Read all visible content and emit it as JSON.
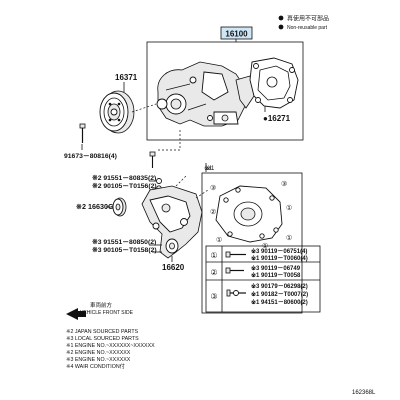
{
  "legend": {
    "not_reusable_jp": "再使用不可部品",
    "not_reusable_en": "Non-reusable part"
  },
  "parts": {
    "p16100": "16100",
    "p16371": "16371",
    "p16271": "●16271",
    "bolt_91673": "91673－80816(4)",
    "b1_91551": "※2 91551－80835(2)",
    "b1_90105": "※2 90105－T0156(2)",
    "p16630g": "※2 16630G",
    "b2_91551": "※3 91551－80850(2)",
    "b2_90105": "※3 90105－T0158(2)",
    "p16620": "16620",
    "ref1_top": "※1",
    "ref1_inset": "※1"
  },
  "table": {
    "rows": [
      {
        "num": "①",
        "codes": [
          "※3 90119－06751(4)",
          "※1 90119－T0060(4)"
        ]
      },
      {
        "num": "②",
        "codes": [
          "※3 90119－06749",
          "※1 90119－T0058"
        ]
      },
      {
        "num": "③",
        "codes": [
          "※3 90179－06298(2)",
          "※1 90182－T0007(2)",
          "※1 94151－80600(2)"
        ]
      }
    ]
  },
  "inset_marks": {
    "m1": "③",
    "m2": "③",
    "m3": "②",
    "m4": "①",
    "m5": "①",
    "m6": "①",
    "m7": "①"
  },
  "front": {
    "jp": "車両前方",
    "en": "VEHICLE FRONT SIDE"
  },
  "notes": [
    "※2 JAPAN SOURCED PARTS",
    "※3 LOCAL SOURCED PARTS",
    "※1 ENGINE NO.~XXXXXX~XXXXXX",
    "※2 ENGINE NO.~XXXXXX",
    "※3 ENGINE NO.~XXXXXX",
    "※4 WAIR CONDITION付"
  ],
  "figure_no": "162368L"
}
